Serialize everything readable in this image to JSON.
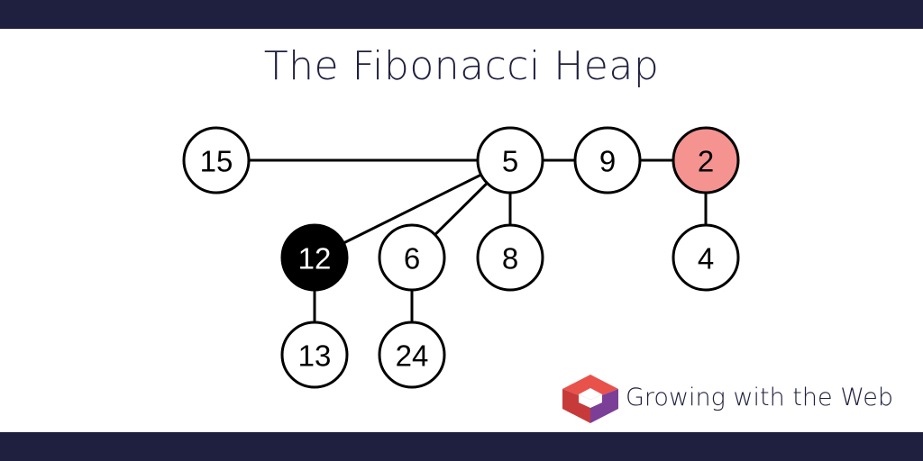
{
  "title": "The Fibonacci Heap",
  "brand": {
    "name": "Growing with the Web",
    "logo_icon": "gwtw-cube-logo-icon"
  },
  "colors": {
    "bar": "#1f1f3f",
    "title": "#1f1f3f",
    "node_default_fill": "#ffffff",
    "node_min_fill": "#f59391",
    "node_marked_fill": "#000000",
    "edge": "#000000"
  },
  "diagram": {
    "nodes": [
      {
        "id": "n15",
        "key": "15",
        "state": "normal"
      },
      {
        "id": "n5",
        "key": "5",
        "state": "normal"
      },
      {
        "id": "n9",
        "key": "9",
        "state": "normal"
      },
      {
        "id": "n2",
        "key": "2",
        "state": "min"
      },
      {
        "id": "n12",
        "key": "12",
        "state": "marked"
      },
      {
        "id": "n6",
        "key": "6",
        "state": "normal"
      },
      {
        "id": "n8",
        "key": "8",
        "state": "normal"
      },
      {
        "id": "n4",
        "key": "4",
        "state": "normal"
      },
      {
        "id": "n13",
        "key": "13",
        "state": "normal"
      },
      {
        "id": "n24",
        "key": "24",
        "state": "normal"
      }
    ],
    "root_list": [
      "n15",
      "n5",
      "n9",
      "n2"
    ],
    "children": [
      {
        "parent": "n5",
        "child": "n12"
      },
      {
        "parent": "n5",
        "child": "n6"
      },
      {
        "parent": "n5",
        "child": "n8"
      },
      {
        "parent": "n2",
        "child": "n4"
      },
      {
        "parent": "n12",
        "child": "n13"
      },
      {
        "parent": "n6",
        "child": "n24"
      }
    ]
  }
}
